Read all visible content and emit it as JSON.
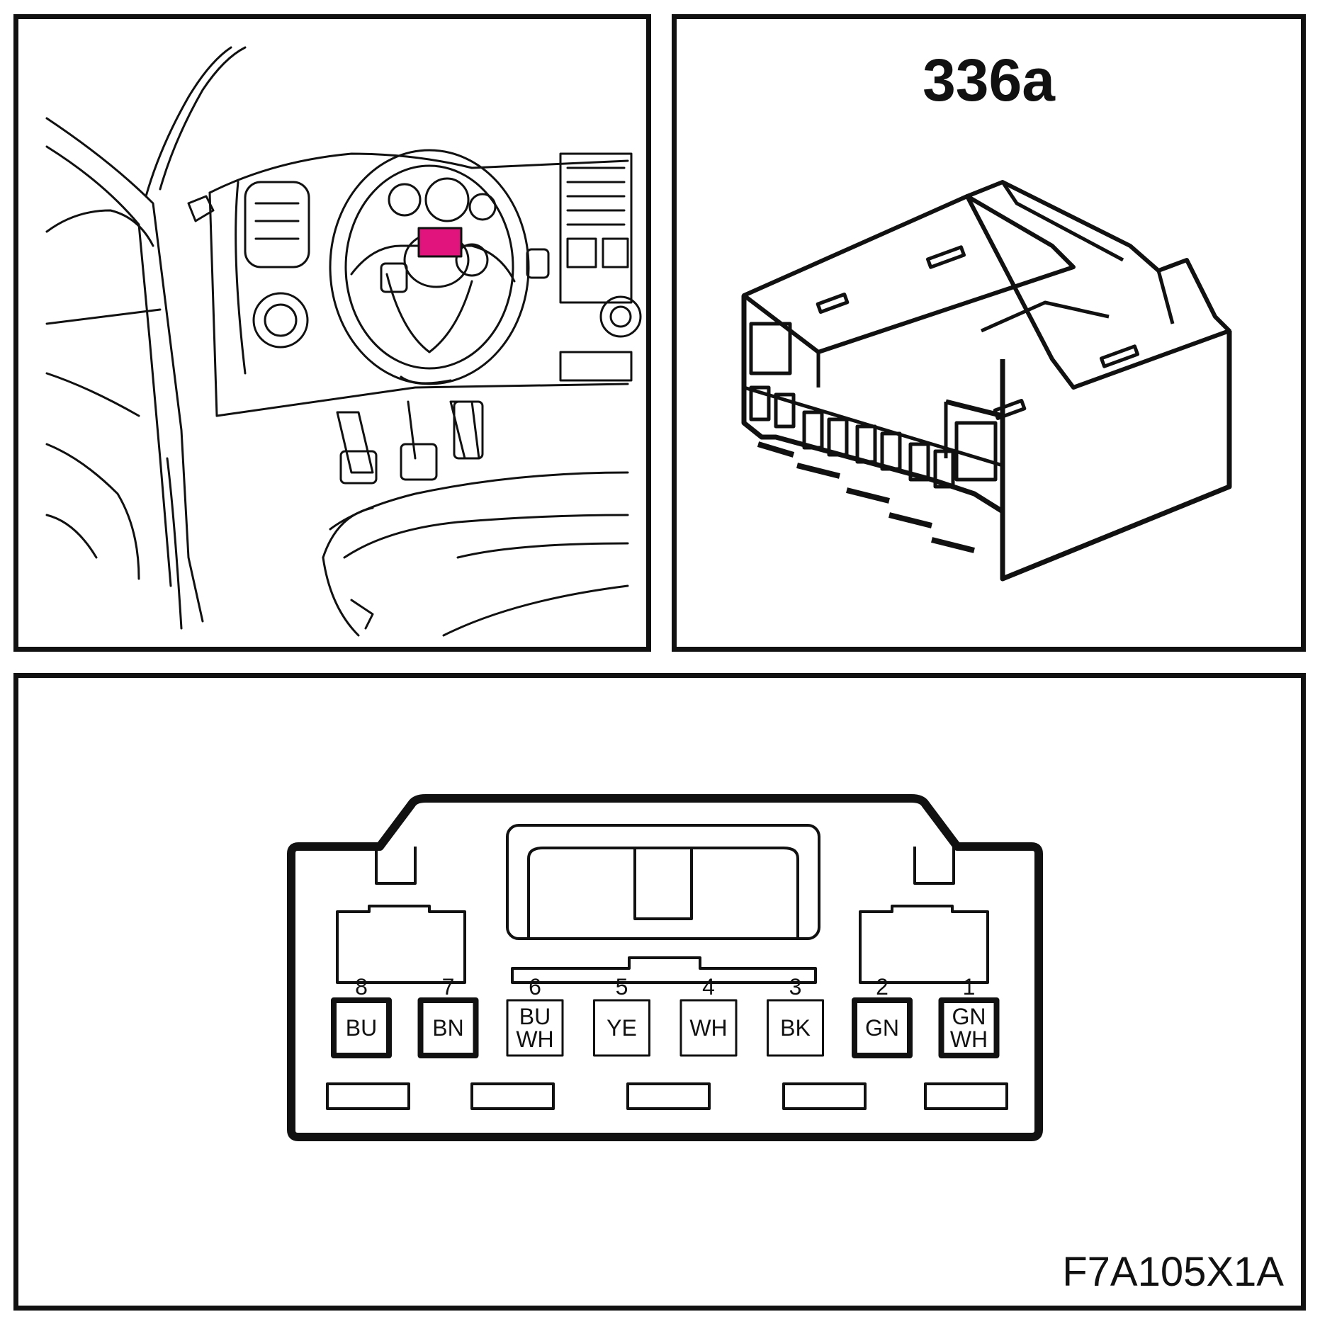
{
  "connector": {
    "id": "336a",
    "figure_code": "F7A105X1A"
  },
  "location_view": {
    "highlight_color": "#e0147c"
  },
  "pins": [
    {
      "number": "8",
      "color_lines": [
        "BU"
      ],
      "bold": true
    },
    {
      "number": "7",
      "color_lines": [
        "BN"
      ],
      "bold": true
    },
    {
      "number": "6",
      "color_lines": [
        "BU",
        "WH"
      ],
      "bold": false
    },
    {
      "number": "5",
      "color_lines": [
        "YE"
      ],
      "bold": false
    },
    {
      "number": "4",
      "color_lines": [
        "WH"
      ],
      "bold": false
    },
    {
      "number": "3",
      "color_lines": [
        "BK"
      ],
      "bold": false
    },
    {
      "number": "2",
      "color_lines": [
        "GN"
      ],
      "bold": true
    },
    {
      "number": "1",
      "color_lines": [
        "GN",
        "WH"
      ],
      "bold": true
    }
  ]
}
